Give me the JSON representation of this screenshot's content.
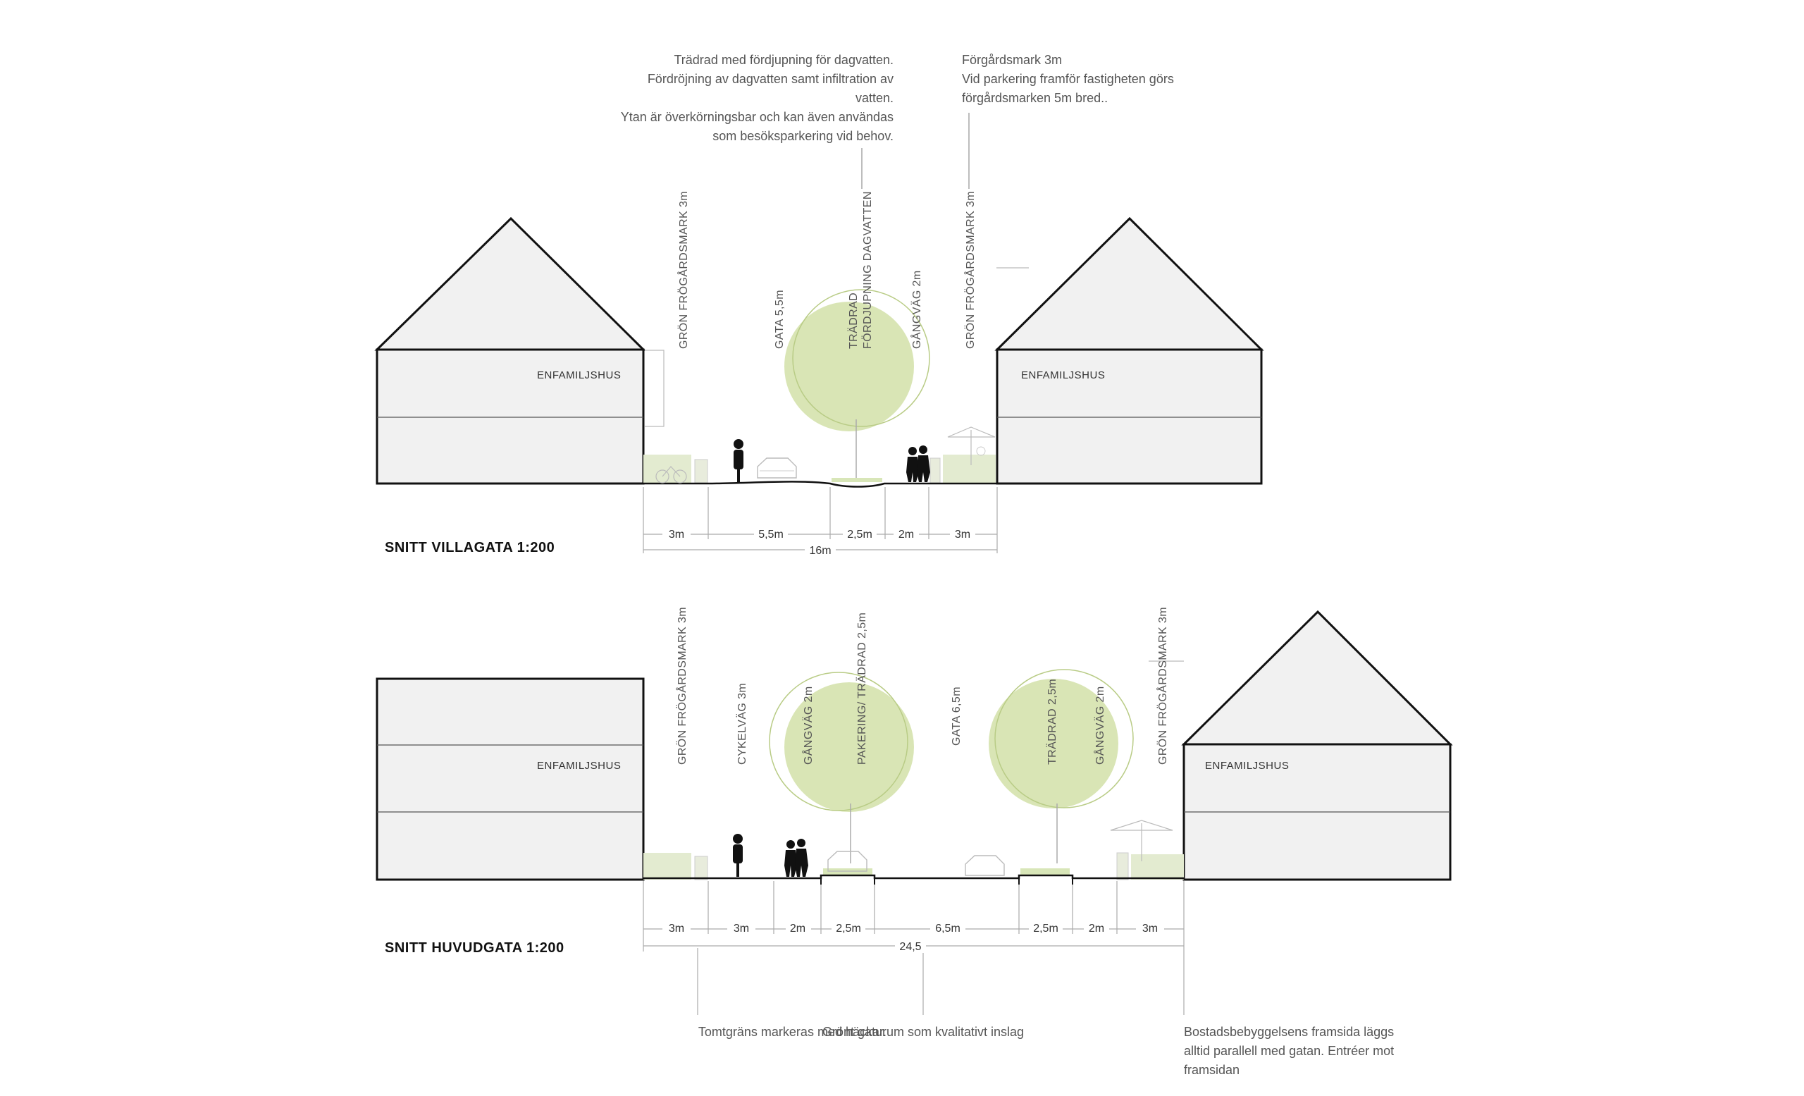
{
  "annotations": {
    "tradrad": [
      "Trädrad med fördjupning för dagvatten.",
      "Fördröjning av dagvatten samt infiltration av",
      "vatten.",
      "Ytan är överkörningsbar och kan även användas",
      "som besöksparkering vid behov."
    ],
    "forgard": [
      "Förgårdsmark 3m",
      "Vid parkering framför fastigheten görs",
      "förgårdsmarken 5m bred.."
    ],
    "tomtgrans": "Tomtgräns markeras med häckar.",
    "gront": "Grönt gaturum som kvalitativt inslag",
    "bostad": [
      "Bostadsbebyggelsens framsida läggs",
      "alltid parallell med gatan. Entréer mot",
      "framsidan"
    ]
  },
  "villagata": {
    "title": "SNITT VILLAGATA 1:200",
    "house_left": "ENFAMILJSHUS",
    "house_right": "ENFAMILJSHUS",
    "zones": {
      "gron_left": "GRÖN FRÖGÅRDSMARK 3m",
      "gata": "GATA 5,5m",
      "tradrad_1": "TRÄDRAD",
      "tradrad_2": "FÖRDJUPNING DAGVATTEN",
      "gangvag": "GÅNGVÄG 2m",
      "gron_right": "GRÖN FRÖGÅRDSMARK 3m"
    },
    "dims": [
      "3m",
      "5,5m",
      "2,5m",
      "2m",
      "3m"
    ],
    "total": "16m"
  },
  "huvudgata": {
    "title": "SNITT HUVUDGATA 1:200",
    "house_left": "ENFAMILJSHUS",
    "house_right": "ENFAMILJSHUS",
    "zones": {
      "gron_left": "GRÖN FRÖGÅRDSMARK 3m",
      "cykelvag": "CYKELVÄG 3m",
      "gangvag_left": "GÅNGVÄG 2m",
      "pakering": "PAKERING/ TRÄDRAD 2,5m",
      "gata": "GATA 6,5m",
      "tradrad": "TRÄDRAD 2,5m",
      "gangvag_right": "GÅNGVÄG 2m",
      "gron_right": "GRÖN FRÖGÅRDSMARK 3m"
    },
    "dims": [
      "3m",
      "3m",
      "2m",
      "2,5m",
      "6,5m",
      "2,5m",
      "2m",
      "3m"
    ],
    "total": "24,5"
  },
  "colors": {
    "tree": "#cfdfa3",
    "tree_stroke": "#b9cc86",
    "hedge": "#e3ebd0",
    "house_fill": "#f1f1f1"
  }
}
